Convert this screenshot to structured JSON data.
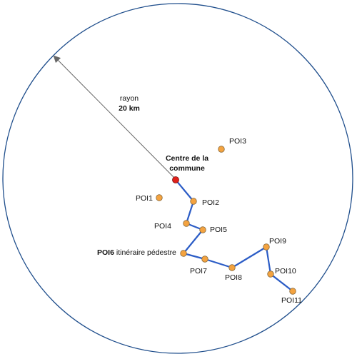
{
  "radius_label": {
    "word": "rayon",
    "value": "20 km"
  },
  "centre": {
    "label_line1": "Centre de la",
    "label_line2": "commune"
  },
  "pois": [
    {
      "id": "POI1",
      "label": "POI1"
    },
    {
      "id": "POI2",
      "label": "POI2"
    },
    {
      "id": "POI3",
      "label": "POI3"
    },
    {
      "id": "POI4",
      "label": "POI4"
    },
    {
      "id": "POI5",
      "label": "POI5"
    },
    {
      "id": "POI6",
      "label": "POI6",
      "suffix": " itinéraire pédestre"
    },
    {
      "id": "POI7",
      "label": "POI7"
    },
    {
      "id": "POI8",
      "label": "POI8"
    },
    {
      "id": "POI9",
      "label": "POI9"
    },
    {
      "id": "POI10",
      "label": "POI10"
    },
    {
      "id": "POI11",
      "label": "POI11"
    }
  ],
  "route": [
    "centre",
    "POI2",
    "POI4",
    "POI5",
    "POI6",
    "POI7",
    "POI8",
    "POI9",
    "POI10",
    "POI11"
  ],
  "colors": {
    "circle": "#1f4e8c",
    "route": "#2b5cc6",
    "poi_fill": "#f4a340",
    "poi_stroke": "#8a6a3a",
    "centre_fill": "#e0201b",
    "arrow": "#666666"
  }
}
